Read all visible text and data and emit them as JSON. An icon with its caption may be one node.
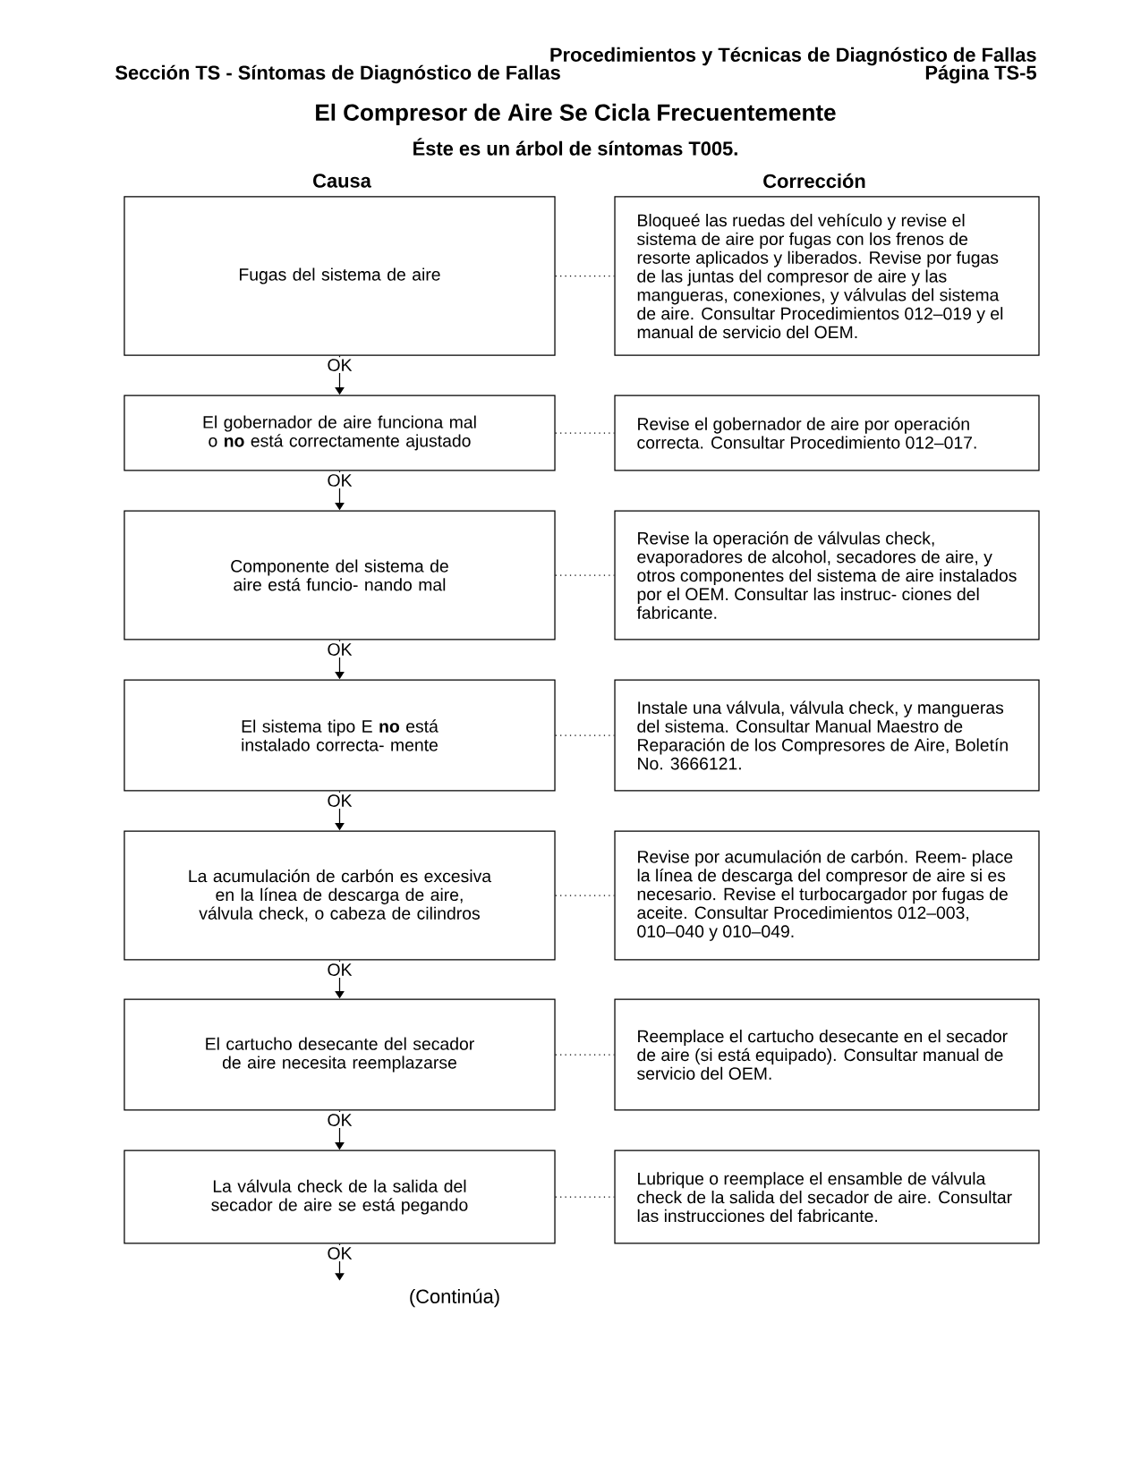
{
  "diagram": {
    "title": "El Compresor de Aire Se Cicla Frecuentemente",
    "nodes": [
      {
        "text": [
          "Fugas del sistema de aire"
        ]
      },
      {
        "text": [
          "Bloqueé las ruedas del vehículo y revise el sistema de aire por fugas con los frenos de resorte aplicados y liberados. Revise por fugas de las juntas del compresor de aire y las mangueras, conexiones, y válvulas del sistema de aire. Consultar Procedimientos 012–019 y el manual de servicio del OEM."
        ]
      },
      {
        "text": [
          "El gobernador de aire funciona mal o **no** está correctamente ajustado"
        ]
      },
      {
        "text": [
          "Revise el gobernador de aire por operación correcta. Consultar Procedimiento 012–017."
        ]
      },
      {
        "text": [
          "Componente del sistema de aire está funcio- nando mal"
        ]
      },
      {
        "text": [
          "Revise la operación de válvulas check, evaporadores de alcohol, secadores de aire, y otros componentes del sistema de aire instalados por el OEM. Consultar las instruc- ciones del fabricante."
        ]
      },
      {
        "text": [
          "El sistema tipo E **no** está instalado correcta- mente"
        ]
      },
      {
        "text": [
          "Instale una válvula, válvula check, y mangueras del sistema. Consultar Manual Maestro de Reparación de los Compresores de Aire, Boletín No. 3666121."
        ]
      },
      {
        "text": [
          "La acumulación de carbón es excesiva en la línea de descarga de aire, válvula check, o cabeza de cilindros"
        ]
      },
      {
        "text": [
          "Revise por acumulación de carbón. Reem- place la línea de descarga del compresor de aire si es necesario. Revise el turbocargador por fugas de aceite. Consultar Procedimientos 012–003, 010–040 y 010–049."
        ]
      },
      {
        "text": [
          "El cartucho desecante del secador de aire necesita reemplazarse"
        ]
      },
      {
        "text": [
          "Reemplace el cartucho desecante en el secador de aire (si está equipado). Consultar manual de servicio del OEM."
        ]
      },
      {
        "text": [
          "La válvula check de la salida del secador de aire se está pegando"
        ]
      },
      {
        "text": [
          "Lubrique o reemplace el ensamble de válvula check de la salida del secador de aire. Consultar las instrucciones del fabricante."
        ]
      }
    ],
    "edges": [
      {
        "from": 0,
        "to": 1,
        "arrow": "none",
        "style": "dashed"
      },
      {
        "from": 0,
        "to": 2,
        "arrow": "to",
        "label": "OK"
      },
      {
        "from": 2,
        "to": 3,
        "arrow": "none",
        "style": "dashed"
      },
      {
        "from": 2,
        "to": 4,
        "arrow": "to",
        "label": "OK"
      },
      {
        "from": 4,
        "to": 5,
        "arrow": "none",
        "style": "dashed"
      },
      {
        "from": 4,
        "to": 6,
        "arrow": "to",
        "label": "OK"
      },
      {
        "from": 6,
        "to": 7,
        "arrow": "none",
        "style": "dashed"
      },
      {
        "from": 6,
        "to": 8,
        "arrow": "to",
        "label": "OK"
      },
      {
        "from": 8,
        "to": 9,
        "arrow": "none",
        "style": "dashed"
      },
      {
        "from": 8,
        "to": 10,
        "arrow": "to",
        "label": "OK"
      },
      {
        "from": 10,
        "to": 11,
        "arrow": "none",
        "style": "dashed"
      },
      {
        "from": 10,
        "to": 12,
        "arrow": "to",
        "label": "OK"
      },
      {
        "from": 12,
        "to": 13,
        "arrow": "none",
        "style": "dashed"
      },
      {
        "from": 12,
        "to": null,
        "arrow": "to",
        "label": "OK"
      }
    ],
    "labels": [
      "Sección TS - Síntomas de Diagnóstico de Fallas",
      "Procedimientos y Técnicas de Diagnóstico de Fallas",
      "Página TS-5",
      "Éste es un árbol de síntomas T005.",
      "Causa",
      "Corrección",
      "(Continúa)"
    ]
  }
}
